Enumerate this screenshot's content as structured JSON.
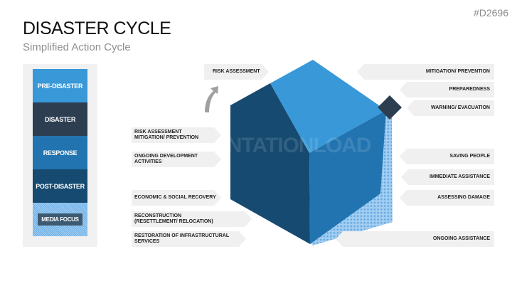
{
  "product_code": "#D2696",
  "title": "DISASTER CYCLE",
  "subtitle": "Simplified Action Cycle",
  "legend": [
    {
      "label": "PRE-DISASTER",
      "color": "#3898d8"
    },
    {
      "label": "DISASTER",
      "color": "#2c3e50"
    },
    {
      "label": "RESPONSE",
      "color": "#2174b0"
    },
    {
      "label": "POST-DISASTER",
      "color": "#164a70"
    },
    {
      "label": "MEDIA FOCUS",
      "color": "#3d5a73"
    }
  ],
  "watermark": "PRESENTATIONLOAD",
  "left_tags": [
    "RISK ASSESSMENT",
    "RISK ASSESSMENT\nMITIGATION/ PREVENTION",
    "ONGOING DEVELOPMENT\nACTIVITIES",
    "ECONOMIC & SOCIAL RECOVERY",
    "RECONSTRUCTION\n(RESETTLEMENT/ RELOCATION)",
    "RESTORATION OF INFRASTRUCTURAL\nSERVICES"
  ],
  "right_tags": [
    "MITIGATION/ PREVENTION",
    "PREPAREDNESS",
    "WARNING/ EVACUATION",
    "SAVING PEOPLE",
    "IMMEDIATE ASSISTANCE",
    "ASSESSING DAMAGE",
    "ONGOING ASSISTANCE"
  ]
}
